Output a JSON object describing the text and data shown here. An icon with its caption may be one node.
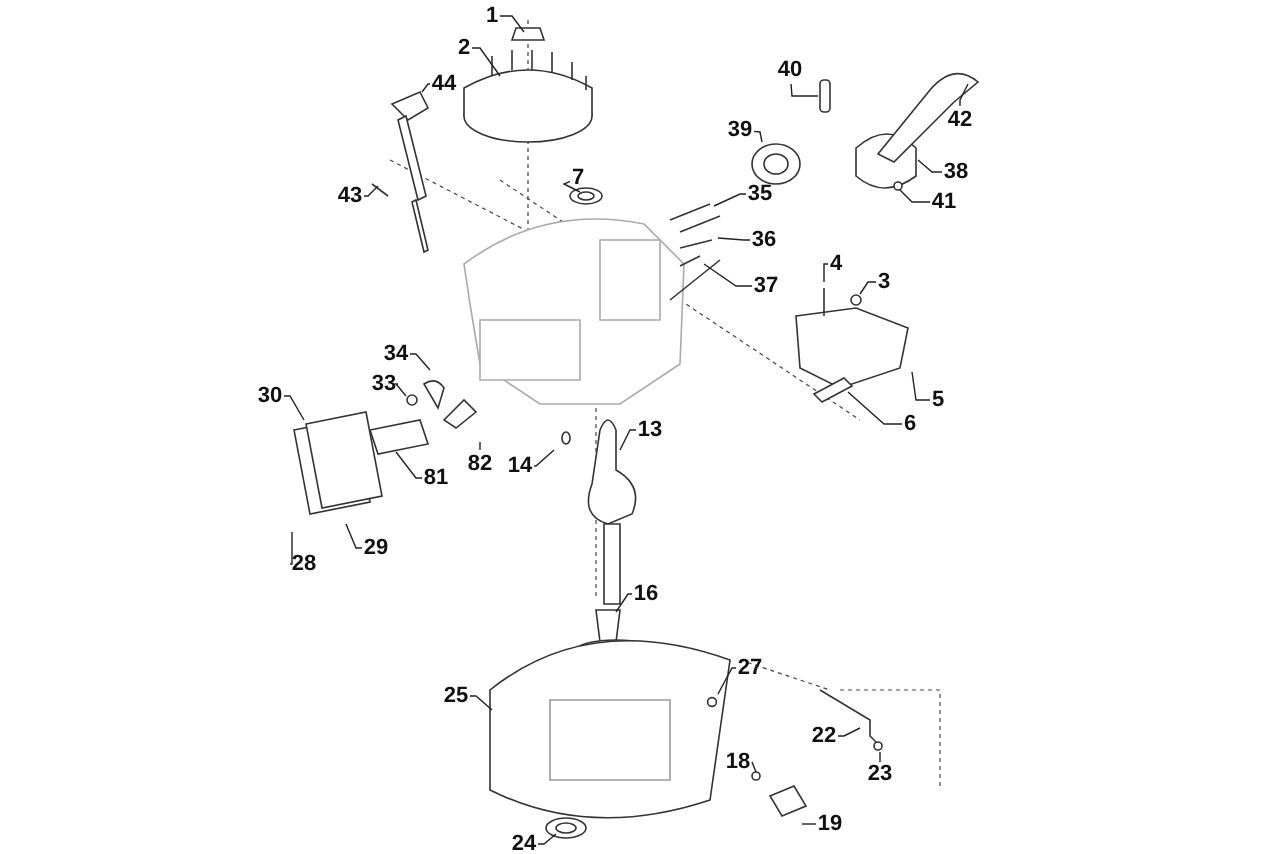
{
  "diagram": {
    "nodes": [
      {
        "text": [
          "1"
        ]
      },
      {
        "text": [
          "2"
        ]
      },
      {
        "text": [
          "40"
        ]
      },
      {
        "text": [
          "44"
        ]
      },
      {
        "text": [
          "39"
        ]
      },
      {
        "text": [
          "42"
        ]
      },
      {
        "text": [
          "38"
        ]
      },
      {
        "text": [
          "7"
        ]
      },
      {
        "text": [
          "35"
        ]
      },
      {
        "text": [
          "43"
        ]
      },
      {
        "text": [
          "41"
        ]
      },
      {
        "text": [
          "36"
        ]
      },
      {
        "text": [
          "4"
        ]
      },
      {
        "text": [
          "3"
        ]
      },
      {
        "text": [
          "37"
        ]
      },
      {
        "text": [
          "34"
        ]
      },
      {
        "text": [
          "33"
        ]
      },
      {
        "text": [
          "30"
        ]
      },
      {
        "text": [
          "5"
        ]
      },
      {
        "text": [
          "6"
        ]
      },
      {
        "text": [
          "13"
        ]
      },
      {
        "text": [
          "82"
        ]
      },
      {
        "text": [
          "14"
        ]
      },
      {
        "text": [
          "81"
        ]
      },
      {
        "text": [
          "29"
        ]
      },
      {
        "text": [
          "28"
        ]
      },
      {
        "text": [
          "16"
        ]
      },
      {
        "text": [
          "27"
        ]
      },
      {
        "text": [
          "25"
        ]
      },
      {
        "text": [
          "22"
        ]
      },
      {
        "text": [
          "18"
        ]
      },
      {
        "text": [
          "23"
        ]
      },
      {
        "text": [
          "19"
        ]
      },
      {
        "text": [
          "24"
        ]
      }
    ],
    "edges": [
      {
        "from": 0,
        "to": null,
        "arrow": "none"
      },
      {
        "from": 1,
        "to": null,
        "arrow": "none"
      },
      {
        "from": 2,
        "to": null,
        "arrow": "none"
      },
      {
        "from": 3,
        "to": null,
        "arrow": "none"
      },
      {
        "from": 4,
        "to": null,
        "arrow": "none"
      },
      {
        "from": 5,
        "to": null,
        "arrow": "none"
      },
      {
        "from": 6,
        "to": null,
        "arrow": "none"
      },
      {
        "from": 7,
        "to": null,
        "arrow": "none"
      },
      {
        "from": 8,
        "to": null,
        "arrow": "none"
      },
      {
        "from": 9,
        "to": null,
        "arrow": "none"
      },
      {
        "from": 10,
        "to": null,
        "arrow": "none"
      },
      {
        "from": 11,
        "to": null,
        "arrow": "none"
      },
      {
        "from": 12,
        "to": null,
        "arrow": "none"
      },
      {
        "from": 13,
        "to": null,
        "arrow": "none"
      },
      {
        "from": 14,
        "to": null,
        "arrow": "none"
      },
      {
        "from": 15,
        "to": null,
        "arrow": "none"
      },
      {
        "from": 16,
        "to": null,
        "arrow": "none"
      },
      {
        "from": 17,
        "to": null,
        "arrow": "none"
      },
      {
        "from": 18,
        "to": null,
        "arrow": "none"
      },
      {
        "from": 19,
        "to": null,
        "arrow": "none"
      },
      {
        "from": 20,
        "to": null,
        "arrow": "none"
      },
      {
        "from": 21,
        "to": null,
        "arrow": "none"
      },
      {
        "from": 22,
        "to": null,
        "arrow": "none"
      },
      {
        "from": 23,
        "to": null,
        "arrow": "none"
      },
      {
        "from": 24,
        "to": null,
        "arrow": "none"
      },
      {
        "from": 25,
        "to": null,
        "arrow": "none"
      },
      {
        "from": 26,
        "to": null,
        "arrow": "none"
      },
      {
        "from": 27,
        "to": null,
        "arrow": "none"
      },
      {
        "from": 28,
        "to": null,
        "arrow": "none"
      },
      {
        "from": 29,
        "to": null,
        "arrow": "none"
      },
      {
        "from": 30,
        "to": null,
        "arrow": "none"
      },
      {
        "from": 31,
        "to": null,
        "arrow": "none"
      },
      {
        "from": 32,
        "to": null,
        "arrow": "none"
      },
      {
        "from": 33,
        "to": null,
        "arrow": "none"
      }
    ]
  }
}
